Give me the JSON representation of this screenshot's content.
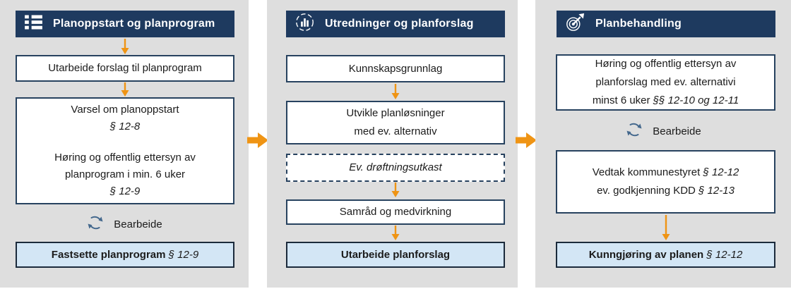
{
  "colors": {
    "header_navy": "#1e3a5f",
    "box_border_navy": "#27425f",
    "final_box_fill": "#d3e6f5",
    "final_box_border": "#1b2a3b",
    "column_background": "#dedede",
    "arrow_orange": "#ef9414",
    "refresh_icon_blue": "#44688d"
  },
  "columns": [
    {
      "header": {
        "label": "Planoppstart og planprogram",
        "icon": "list-icon"
      },
      "box_utarbeide": "Utarbeide forslag til planprogram",
      "box_varsel": {
        "line1": "Varsel om planoppstart",
        "ref1": "§ 12-8",
        "line2": "Høring og offentlig ettersyn av",
        "line3": "planprogram i min. 6 uker",
        "ref2": "§ 12-9"
      },
      "bearbeide": "Bearbeide",
      "final_bold": "Fastsette planprogram",
      "final_ref": "§ 12-9"
    },
    {
      "header": {
        "label": "Utredninger og planforslag",
        "icon": "bar-chart-icon"
      },
      "box_kunnskap": "Kunnskapsgrunnlag",
      "box_utvikle": {
        "line1": "Utvikle planløsninger",
        "line2": "med ev. alternativ"
      },
      "box_droeft": "Ev. drøftningsutkast",
      "box_samraad": "Samråd og medvirkning",
      "final_bold": "Utarbeide planforslag"
    },
    {
      "header": {
        "label": "Planbehandling",
        "icon": "target-dart-icon"
      },
      "box_hoering": {
        "line1": "Høring og offentlig ettersyn av",
        "line2": "planforslag med ev. alternativi",
        "line3": "minst 6 uker",
        "ref": "§§ 12-10 og 12-11"
      },
      "bearbeide": "Bearbeide",
      "box_vedtak": {
        "line1": "Vedtak kommunestyret",
        "ref1": "§ 12-12",
        "line2": "ev. godkjenning KDD",
        "ref2": "§ 12-13"
      },
      "final_bold": "Kunngjøring av planen",
      "final_ref": "§ 12-12"
    }
  ]
}
